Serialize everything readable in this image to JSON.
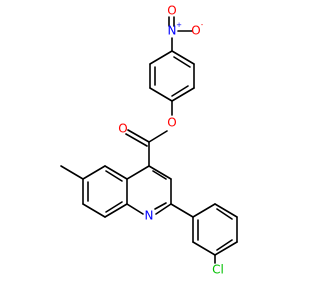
{
  "molecule": {
    "colors": {
      "bond": "#000000",
      "nitrogen": "#0000ff",
      "oxygen": "#ff0000",
      "chlorine": "#00c000",
      "background": "#ffffff"
    },
    "labels": {
      "nitro_n": "N",
      "nitro_plus": "+",
      "nitro_o_top": "O",
      "nitro_o_right": "O",
      "nitro_minus": "-",
      "ester_o_carbonyl": "O",
      "ester_o_single": "O",
      "quinoline_n": "N",
      "chlorine": "Cl"
    },
    "icons": {
      "structure": "molecule-structure-icon"
    }
  }
}
